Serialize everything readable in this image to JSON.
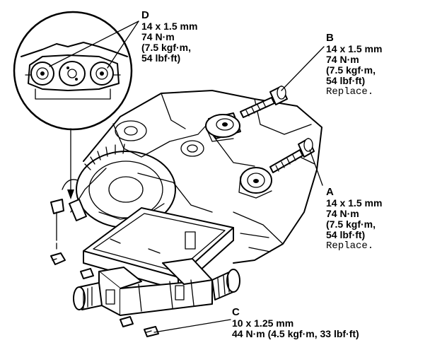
{
  "callouts": {
    "d": {
      "letter": "D",
      "lines": [
        "14 x 1.5 mm",
        "74 N·m",
        "(7.5 kgf·m,",
        "54 lbf·ft)"
      ]
    },
    "b": {
      "letter": "B",
      "lines": [
        "14 x 1.5 mm",
        "74 N·m",
        "(7.5 kgf·m,",
        "54 lbf·ft)"
      ],
      "note": "Replace."
    },
    "a": {
      "letter": "A",
      "lines": [
        "14 x 1.5 mm",
        "74 N·m",
        "(7.5 kgf·m,",
        "54 lbf·ft)"
      ],
      "note": "Replace."
    },
    "c": {
      "letter": "C",
      "lines": [
        "10 x 1.25 mm",
        "44 N·m (4.5 kgf·m, 33 lbf·ft)"
      ]
    }
  }
}
